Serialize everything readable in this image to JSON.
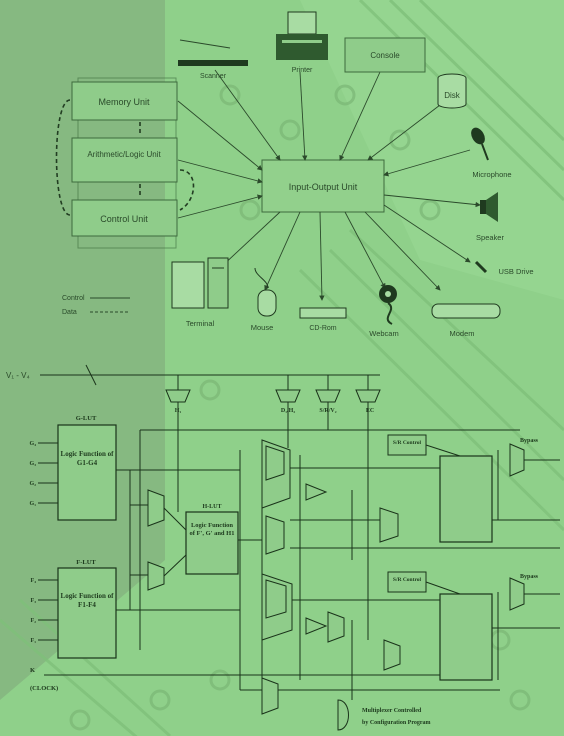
{
  "top_diagram": {
    "center": "Input-Output Unit",
    "cpu_units": [
      "Memory Unit",
      "Arithmetic/Logic Unit",
      "Control Unit"
    ],
    "peripherals": {
      "scanner": "Scanner",
      "printer": "Printer",
      "console": "Console",
      "disk": "Disk",
      "microphone": "Microphone",
      "speaker": "Speaker",
      "usb": "USB Drive",
      "terminal": "Terminal",
      "mouse": "Mouse",
      "cd": "CD-Rom",
      "webcam": "Webcam",
      "modem": "Modem"
    },
    "legend": {
      "control": "Control",
      "data": "Data"
    }
  },
  "bottom_diagram": {
    "bus_label": "V₁ - V₄",
    "g_lut": {
      "title": "G-LUT",
      "body": "Logic Function of G1-G4"
    },
    "f_lut": {
      "title": "F-LUT",
      "body": "Logic Function of F1-F4"
    },
    "h_lut": {
      "title": "H-LUT",
      "body": "Logic Function of F', G' and H1"
    },
    "inputs_g": [
      "G₄",
      "G₃",
      "G₂",
      "G₁"
    ],
    "inputs_f": [
      "F₄",
      "F₃",
      "F₂",
      "F₁"
    ],
    "k_clock": [
      "K",
      "(CLOCK)"
    ],
    "mux_labels": [
      "H₁",
      "D₁/H₂",
      "S/R/V₂",
      "EC"
    ],
    "sr_control": [
      "S/R Control",
      "S/R Control"
    ],
    "bypass": [
      "Bypass",
      "Bypass"
    ],
    "legend_text": [
      "Multiplexer Controlled",
      "by Configuration Program"
    ]
  }
}
